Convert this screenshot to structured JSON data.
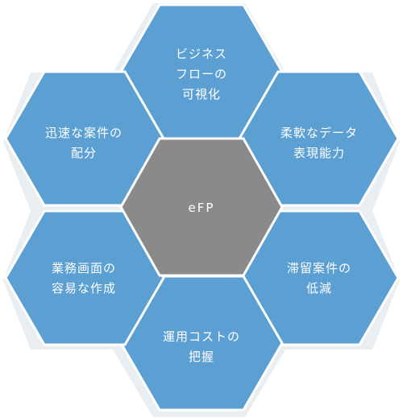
{
  "diagram": {
    "center": {
      "label": "eFP"
    },
    "top": {
      "lines": [
        "ビジネス",
        "フローの",
        "可視化"
      ]
    },
    "upper_right": {
      "lines": [
        "柔軟なデータ",
        "表現能力"
      ]
    },
    "lower_right": {
      "lines": [
        "滞留案件の",
        "低減"
      ]
    },
    "bottom": {
      "lines": [
        "運用コストの",
        "把握"
      ]
    },
    "lower_left": {
      "lines": [
        "業務画面の",
        "容易な作成"
      ]
    },
    "upper_left": {
      "lines": [
        "迅速な案件の",
        "配分"
      ]
    }
  },
  "colors": {
    "outer_hex": "#5b9fd3",
    "center_hex": "#8a8a8a",
    "text": "#ffffff",
    "shadow": "#e9eef3"
  }
}
